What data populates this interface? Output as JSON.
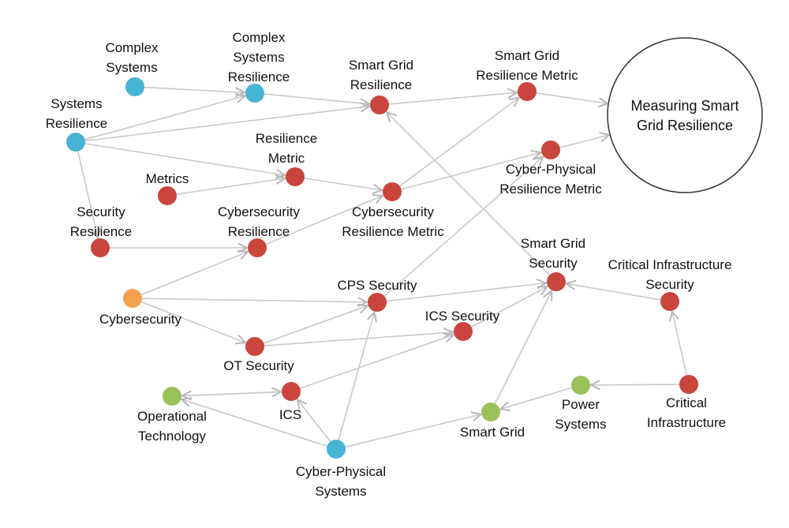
{
  "colors": {
    "blue": "#47b4d6",
    "red": "#c9453d",
    "orange": "#f5a04e",
    "green": "#9bc25a",
    "edge": "#c9c9c9",
    "goal_stroke": "#333333"
  },
  "goal": {
    "line1": "Measuring Smart",
    "line2": "Grid Resilience"
  },
  "nodes": {
    "complex_systems": {
      "color": "blue",
      "lines": [
        "Complex",
        "Systems"
      ]
    },
    "complex_systems_resilience": {
      "color": "blue",
      "lines": [
        "Complex",
        "Systems",
        "Resilience"
      ]
    },
    "systems_resilience": {
      "color": "blue",
      "lines": [
        "Systems",
        "Resilience"
      ]
    },
    "smart_grid_resilience": {
      "color": "red",
      "lines": [
        "Smart Grid",
        "Resilience"
      ]
    },
    "smart_grid_resilience_metric": {
      "color": "red",
      "lines": [
        "Smart Grid",
        "Resilience Metric"
      ]
    },
    "resilience_metric": {
      "color": "red",
      "lines": [
        "Resilience",
        "Metric"
      ]
    },
    "metrics": {
      "color": "red",
      "lines": [
        "Metrics"
      ]
    },
    "cyber_physical_resilience_metric": {
      "color": "red",
      "lines": [
        "Cyber-Physical",
        "Resilience Metric"
      ]
    },
    "cybersecurity_resilience_metric": {
      "color": "red",
      "lines": [
        "Cybersecurity",
        "Resilience Metric"
      ]
    },
    "security_resilience": {
      "color": "red",
      "lines": [
        "Security",
        "Resilience"
      ]
    },
    "cybersecurity_resilience": {
      "color": "red",
      "lines": [
        "Cybersecurity",
        "Resilience"
      ]
    },
    "smart_grid_security": {
      "color": "red",
      "lines": [
        "Smart Grid",
        "Security"
      ]
    },
    "critical_infrastructure_security": {
      "color": "red",
      "lines": [
        "Critical Infrastructure",
        "Security"
      ]
    },
    "cps_security": {
      "color": "red",
      "lines": [
        "CPS Security"
      ]
    },
    "cybersecurity": {
      "color": "orange",
      "lines": [
        "Cybersecurity"
      ]
    },
    "ics_security": {
      "color": "red",
      "lines": [
        "ICS Security"
      ]
    },
    "ot_security": {
      "color": "red",
      "lines": [
        "OT Security"
      ]
    },
    "operational_technology": {
      "color": "green",
      "lines": [
        "Operational",
        "Technology"
      ]
    },
    "ics": {
      "color": "red",
      "lines": [
        "ICS"
      ]
    },
    "power_systems": {
      "color": "green",
      "lines": [
        "Power",
        "Systems"
      ]
    },
    "critical_infrastructure": {
      "color": "red",
      "lines": [
        "Critical",
        "Infrastructure"
      ]
    },
    "smart_grid": {
      "color": "green",
      "lines": [
        "Smart Grid"
      ]
    },
    "cyber_physical_systems": {
      "color": "blue",
      "lines": [
        "Cyber-Physical",
        "Systems"
      ]
    }
  },
  "edges": [
    [
      "complex_systems",
      "complex_systems_resilience"
    ],
    [
      "systems_resilience",
      "complex_systems_resilience"
    ],
    [
      "complex_systems_resilience",
      "smart_grid_resilience"
    ],
    [
      "systems_resilience",
      "smart_grid_resilience"
    ],
    [
      "systems_resilience",
      "resilience_metric"
    ],
    [
      "systems_resilience",
      "security_resilience"
    ],
    [
      "smart_grid_resilience",
      "smart_grid_resilience_metric"
    ],
    [
      "smart_grid_resilience_metric",
      "goal"
    ],
    [
      "cyber_physical_resilience_metric",
      "goal"
    ],
    [
      "metrics",
      "resilience_metric"
    ],
    [
      "resilience_metric",
      "cybersecurity_resilience_metric"
    ],
    [
      "cybersecurity_resilience_metric",
      "smart_grid_resilience_metric"
    ],
    [
      "cybersecurity_resilience_metric",
      "cyber_physical_resilience_metric"
    ],
    [
      "security_resilience",
      "cybersecurity_resilience"
    ],
    [
      "cybersecurity_resilience",
      "cybersecurity_resilience_metric"
    ],
    [
      "smart_grid_security",
      "smart_grid_resilience"
    ],
    [
      "cps_security",
      "cyber_physical_resilience_metric"
    ],
    [
      "cybersecurity",
      "cybersecurity_resilience"
    ],
    [
      "cybersecurity",
      "cps_security"
    ],
    [
      "cybersecurity",
      "ot_security"
    ],
    [
      "cps_security",
      "smart_grid_security"
    ],
    [
      "ics_security",
      "smart_grid_security"
    ],
    [
      "critical_infrastructure_security",
      "smart_grid_security"
    ],
    [
      "ot_security",
      "cps_security"
    ],
    [
      "ot_security",
      "ics_security"
    ],
    [
      "ics",
      "ics_security"
    ],
    [
      "operational_technology",
      "ics"
    ],
    [
      "ics",
      "operational_technology"
    ],
    [
      "cyber_physical_systems",
      "operational_technology"
    ],
    [
      "cyber_physical_systems",
      "ics"
    ],
    [
      "cyber_physical_systems",
      "cps_security"
    ],
    [
      "cyber_physical_systems",
      "smart_grid"
    ],
    [
      "smart_grid",
      "smart_grid_security"
    ],
    [
      "power_systems",
      "smart_grid"
    ],
    [
      "critical_infrastructure",
      "power_systems"
    ],
    [
      "critical_infrastructure",
      "critical_infrastructure_security"
    ]
  ]
}
